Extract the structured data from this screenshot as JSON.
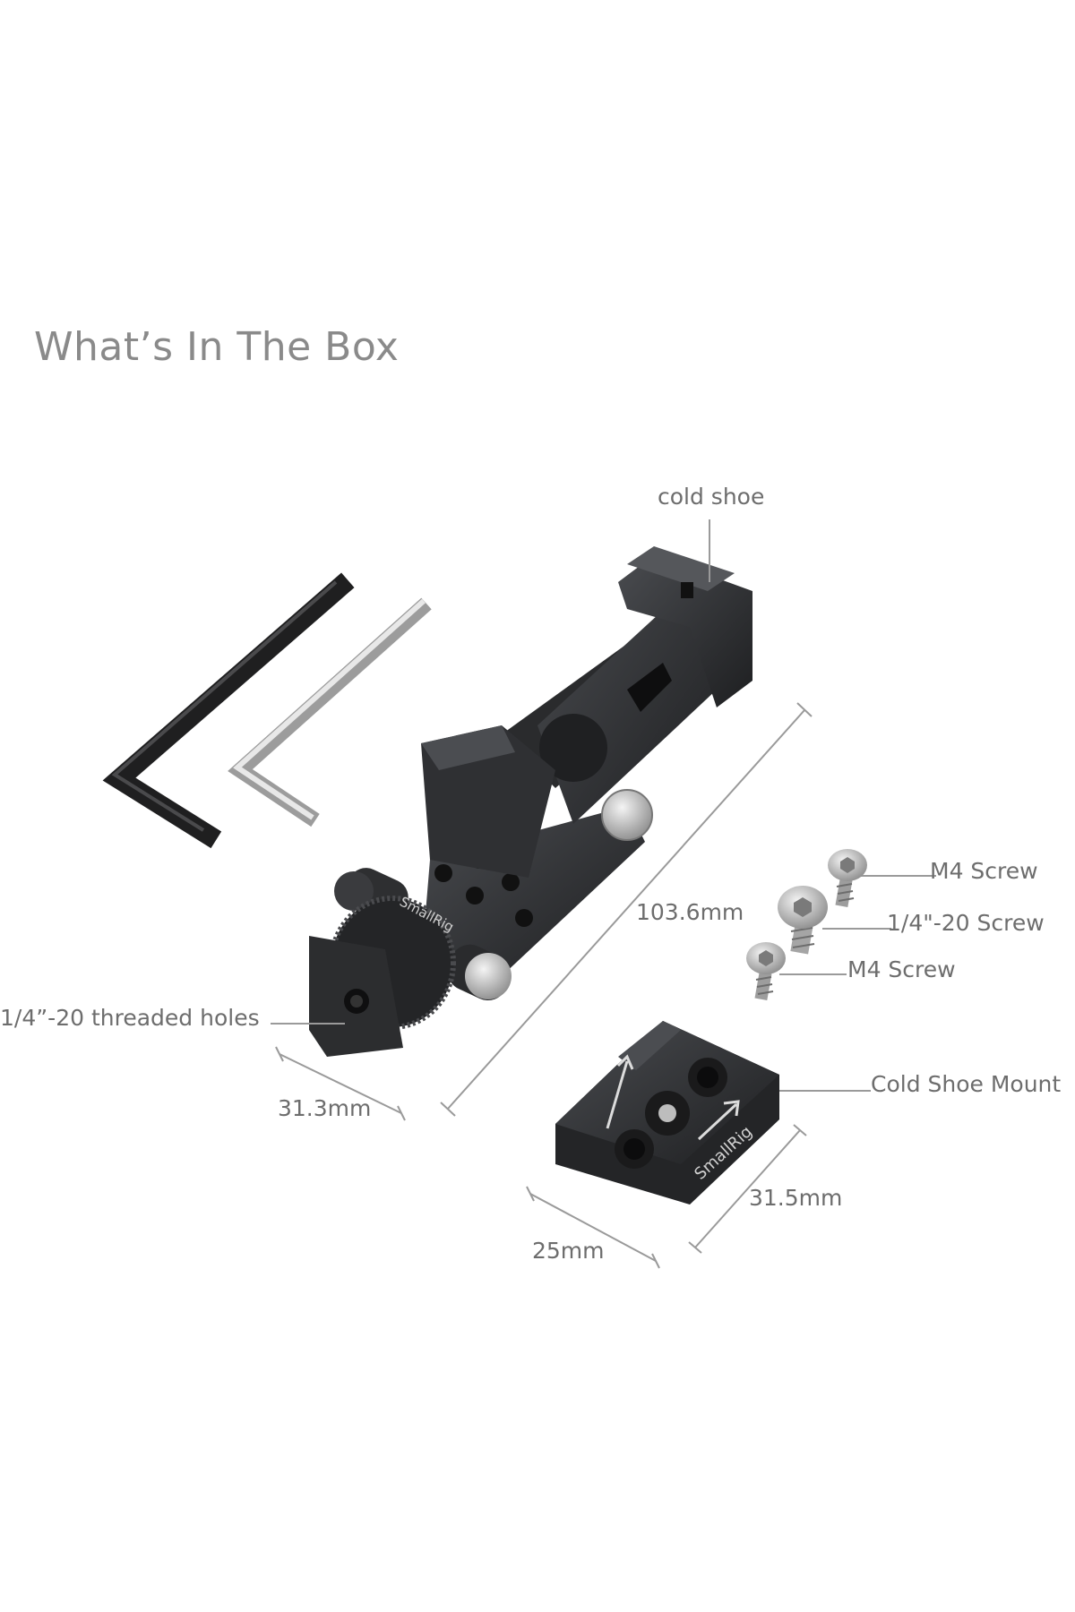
{
  "title": "What’s In The Box",
  "labels": {
    "cold_shoe": "cold shoe",
    "length": "103.6mm",
    "knob_width": "31.3mm",
    "threaded_holes": "1/4”-20 threaded holes",
    "m4_screw_top": "M4 Screw",
    "quarter_screw": "1/4\"-20 Screw",
    "m4_screw_bottom": "M4 Screw",
    "cold_shoe_mount": "Cold Shoe Mount",
    "mount_length": "31.5mm",
    "mount_width": "25mm"
  },
  "brand_marks": [
    "SmallRig",
    "SmallRig"
  ],
  "colors": {
    "background": "#ffffff",
    "metal_dark": "#2b2c2e",
    "metal_mid": "#3f4144",
    "steel": "#c9c9c9",
    "line": "#9a9a9a",
    "text": "#6d6d6d"
  }
}
